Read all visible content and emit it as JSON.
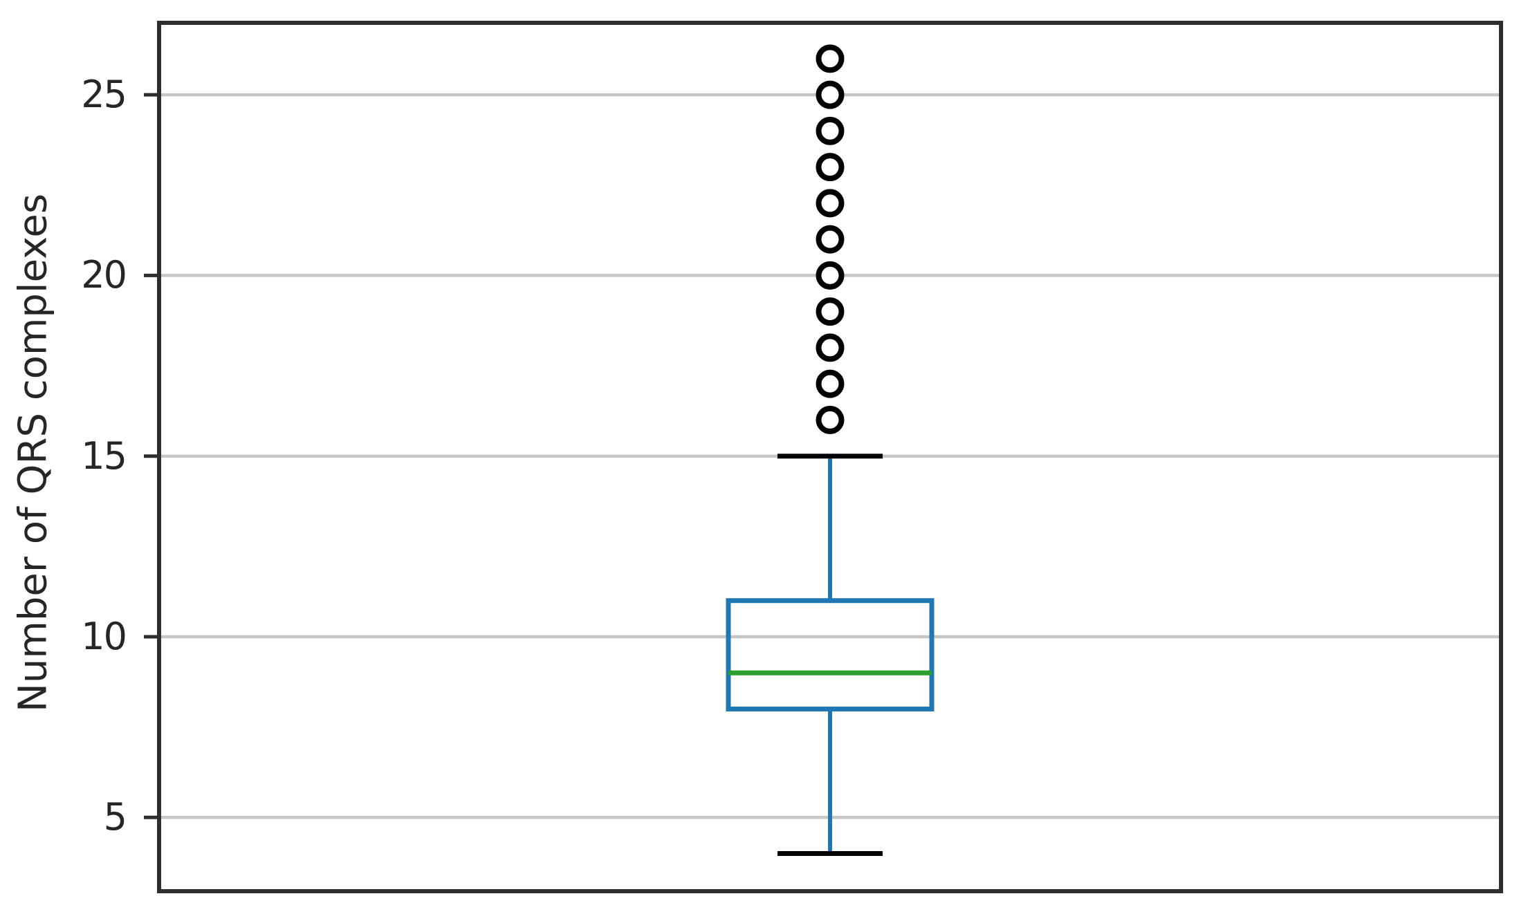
{
  "figure": {
    "background": "#ffffff"
  },
  "chart_data": {
    "type": "box",
    "title": "",
    "xlabel": "",
    "ylabel": "Number of QRS complexes",
    "yticks": [
      5,
      10,
      15,
      20,
      25
    ],
    "ylim": [
      2.9,
      27.05
    ],
    "grid": "horizontal gridlines on",
    "legend": "none",
    "x_tick_labels": [],
    "series": [
      {
        "whisker_low": 4,
        "q1": 8,
        "median": 9,
        "q3": 11,
        "whisker_high": 15,
        "outliers": [
          16,
          17,
          18,
          19,
          20,
          21,
          22,
          23,
          24,
          25,
          26
        ]
      }
    ],
    "colors": {
      "box": "#1f77b4",
      "whisker": "#1f77b4",
      "median": "#2ca02c",
      "cap": "#000000",
      "outlier_edge": "#000000",
      "grid": "#c6c6c6",
      "spine": "#2e2e2e",
      "tick_label": "#262626"
    }
  }
}
